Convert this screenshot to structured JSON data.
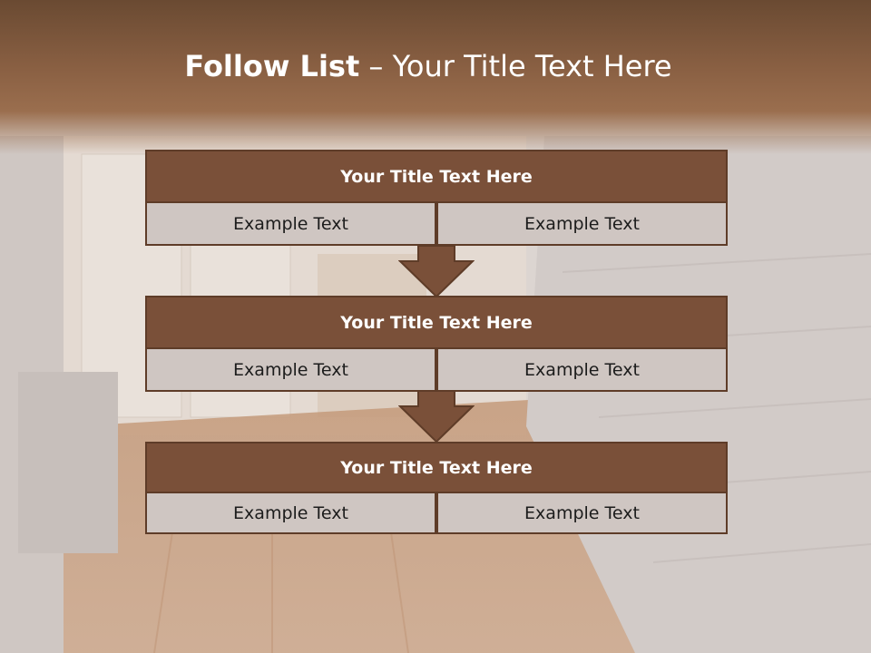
{
  "slide": {
    "title_bold": "Follow List",
    "title_rest": " – Your Title Text Here"
  },
  "steps": [
    {
      "title": "Your Title Text Here",
      "left": "Example Text",
      "right": "Example Text"
    },
    {
      "title": "Your Title Text Here",
      "left": "Example Text",
      "right": "Example Text"
    },
    {
      "title": "Your Title Text Here",
      "left": "Example Text",
      "right": "Example Text"
    }
  ],
  "colors": {
    "header_brown": "#7a5039",
    "cell_fill": "#cfc6c2",
    "border": "#5e3c28"
  }
}
